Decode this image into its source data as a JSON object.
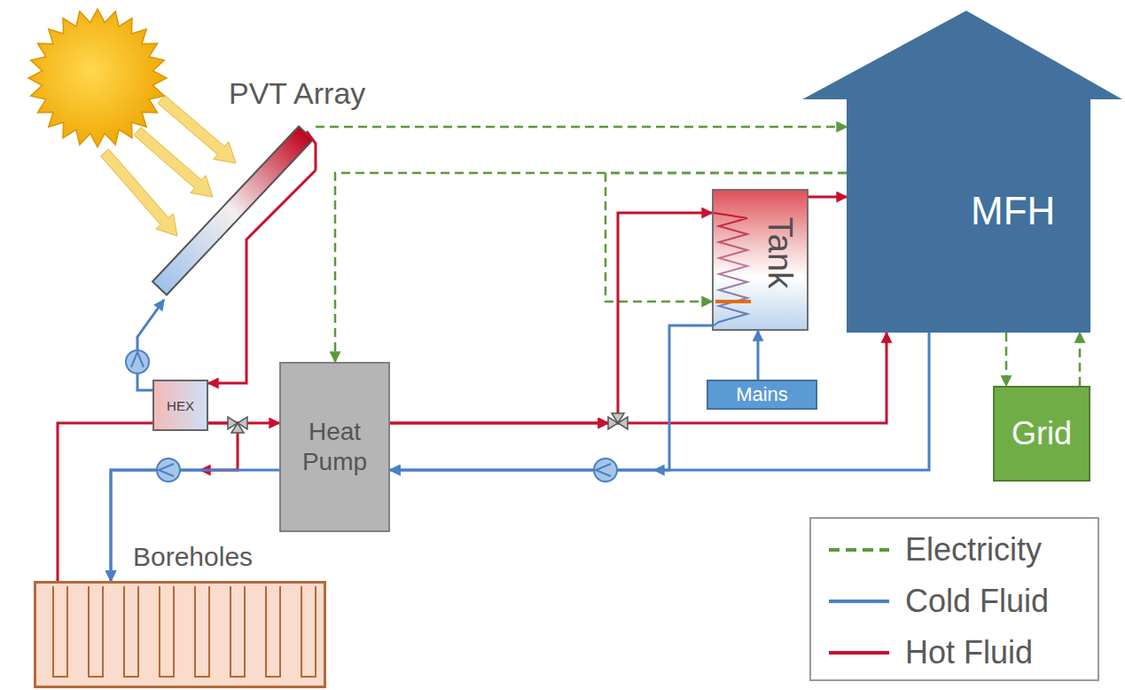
{
  "diagram": {
    "nodes": [
      {
        "text": [
          "PVT Array"
        ]
      },
      {
        "text": [
          "HEX"
        ]
      },
      {
        "text": [
          "Heat Pump"
        ]
      },
      {
        "text": [
          "Tank"
        ]
      },
      {
        "text": [
          "Mains"
        ]
      },
      {
        "text": [
          "MFH"
        ]
      },
      {
        "text": [
          "Grid"
        ]
      },
      {
        "text": [
          "Boreholes"
        ]
      }
    ],
    "edges": [
      {
        "from": 0,
        "to": 5,
        "arrow": "to"
      },
      {
        "from": 5,
        "to": 2,
        "arrow": "to"
      },
      {
        "from": 5,
        "to": 3,
        "arrow": "to"
      },
      {
        "from": 0,
        "to": 1,
        "arrow": "to"
      },
      {
        "from": 1,
        "to": 0,
        "arrow": "to"
      },
      {
        "from": 7,
        "to": 1,
        "arrow": "none"
      },
      {
        "from": 1,
        "to": 2,
        "arrow": "to"
      },
      {
        "from": 1,
        "to": 7,
        "arrow": "to"
      },
      {
        "from": 2,
        "to": 7,
        "arrow": "to"
      },
      {
        "from": 2,
        "to": 5,
        "arrow": "to"
      },
      {
        "from": 2,
        "to": 3,
        "arrow": "to"
      },
      {
        "from": 3,
        "to": 5,
        "arrow": "to"
      },
      {
        "from": 4,
        "to": 3,
        "arrow": "to"
      },
      {
        "from": 5,
        "to": 2,
        "arrow": "to"
      },
      {
        "from": 3,
        "to": 2,
        "arrow": "to"
      },
      {
        "from": 5,
        "to": 6,
        "arrow": "to"
      },
      {
        "from": 6,
        "to": 5,
        "arrow": "to"
      }
    ],
    "legend": [
      {
        "text": "Electricity"
      },
      {
        "text": "Cold Fluid"
      },
      {
        "text": "Hot Fluid"
      }
    ]
  }
}
